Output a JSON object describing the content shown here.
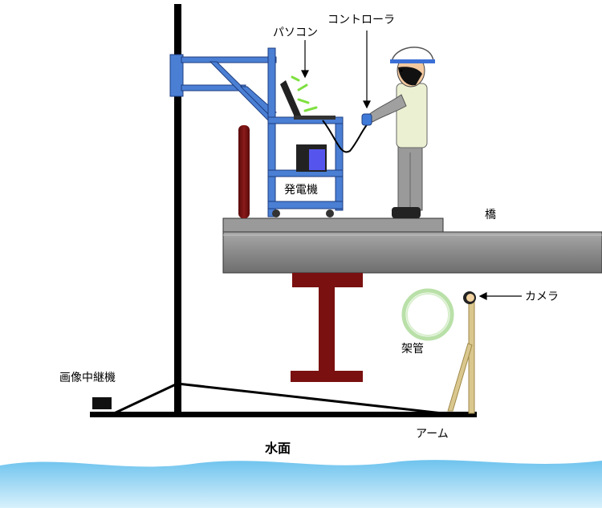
{
  "labels": {
    "pc": "パソコン",
    "controller": "コントローラ",
    "generator": "発電機",
    "bridge": "橋",
    "camera": "カメラ",
    "pipe": "架管",
    "relay": "画像中継機",
    "arm": "アーム",
    "water_surface": "水面"
  },
  "colors": {
    "frame": "#000000",
    "cart_blue": "#4a7fd4",
    "girder_red": "#7a1010",
    "bridge_gray": "#8c8c8c",
    "water_top": "#6ec3ee",
    "water_bottom": "#d8f1fc",
    "pipe_green": "#b9e0a8",
    "arm_tan": "#d9c78e",
    "helmet": "#ffffff",
    "generator_screen": "#5555ee"
  },
  "icons": [
    "camera-icon",
    "laptop-icon",
    "worker-icon",
    "relay-box-icon",
    "wifi-signal-icon"
  ]
}
